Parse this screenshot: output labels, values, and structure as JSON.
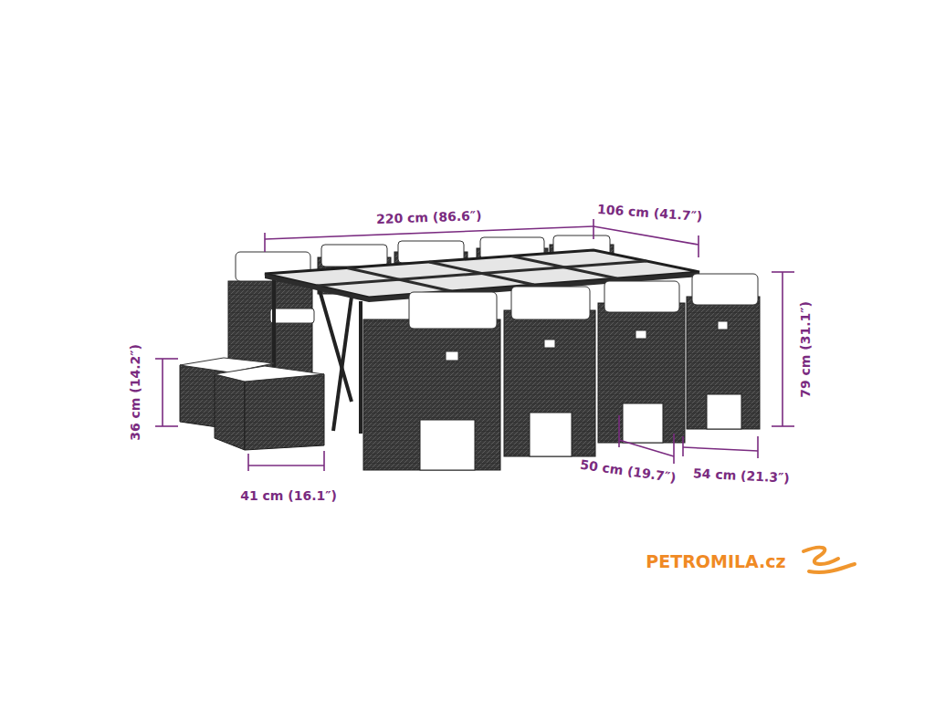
{
  "diagram": {
    "labels": [
      "220 cm (86.6″)",
      "106 cm (41.7″)",
      "79 cm (31.1″)",
      "36 cm (14.2″)",
      "41 cm (16.1″)",
      "50 cm (19.7″)",
      "54 cm (21.3″)",
      "PETROMILA.cz"
    ]
  }
}
